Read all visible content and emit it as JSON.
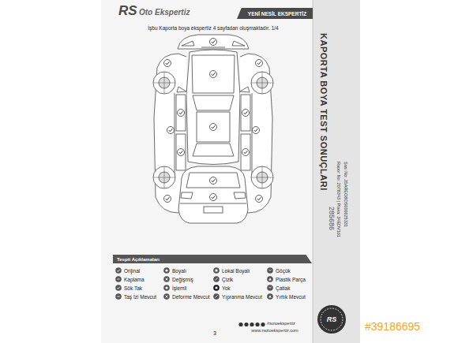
{
  "diagram": {
    "title": "KAPORTA BOYA TEST SONUÇLARI",
    "nodes": [
      {
        "text": [
          "YENİ NESİL EKSPERTİZ"
        ]
      },
      {
        "text": [
          "Tespit Açıklamaları"
        ]
      }
    ],
    "labels": [
      "RS",
      "Oto Ekspertiz",
      "İşbu Kaporta boya ekspertiz 4 sayfadan oluşmaktadır. 1/4",
      "Rapor No: 2078343 | Plaka: 34EDV161",
      "Şasi No: JSAREO8OS000025331",
      "285686",
      "3",
      "/rsotoekspertiz",
      "www.rsotoekspertiz.com",
      "RS",
      "#39186695"
    ],
    "legend": [
      {
        "text": "Orijinal"
      },
      {
        "text": "Boyalı"
      },
      {
        "text": "Lokal Boyalı"
      },
      {
        "text": "Göçük"
      },
      {
        "text": "Kaplama"
      },
      {
        "text": "Değişmiş"
      },
      {
        "text": "Çizik"
      },
      {
        "text": "Plastik Parça"
      },
      {
        "text": "Sök Tak"
      },
      {
        "text": "İşlemli"
      },
      {
        "text": "Yok"
      },
      {
        "text": "Çatlak"
      },
      {
        "text": "Taş İzi Mevcut"
      },
      {
        "text": "Deforme Mevcut"
      },
      {
        "text": "Yıpranma Mevcut"
      },
      {
        "text": "Yırtık Mevcut"
      }
    ]
  }
}
